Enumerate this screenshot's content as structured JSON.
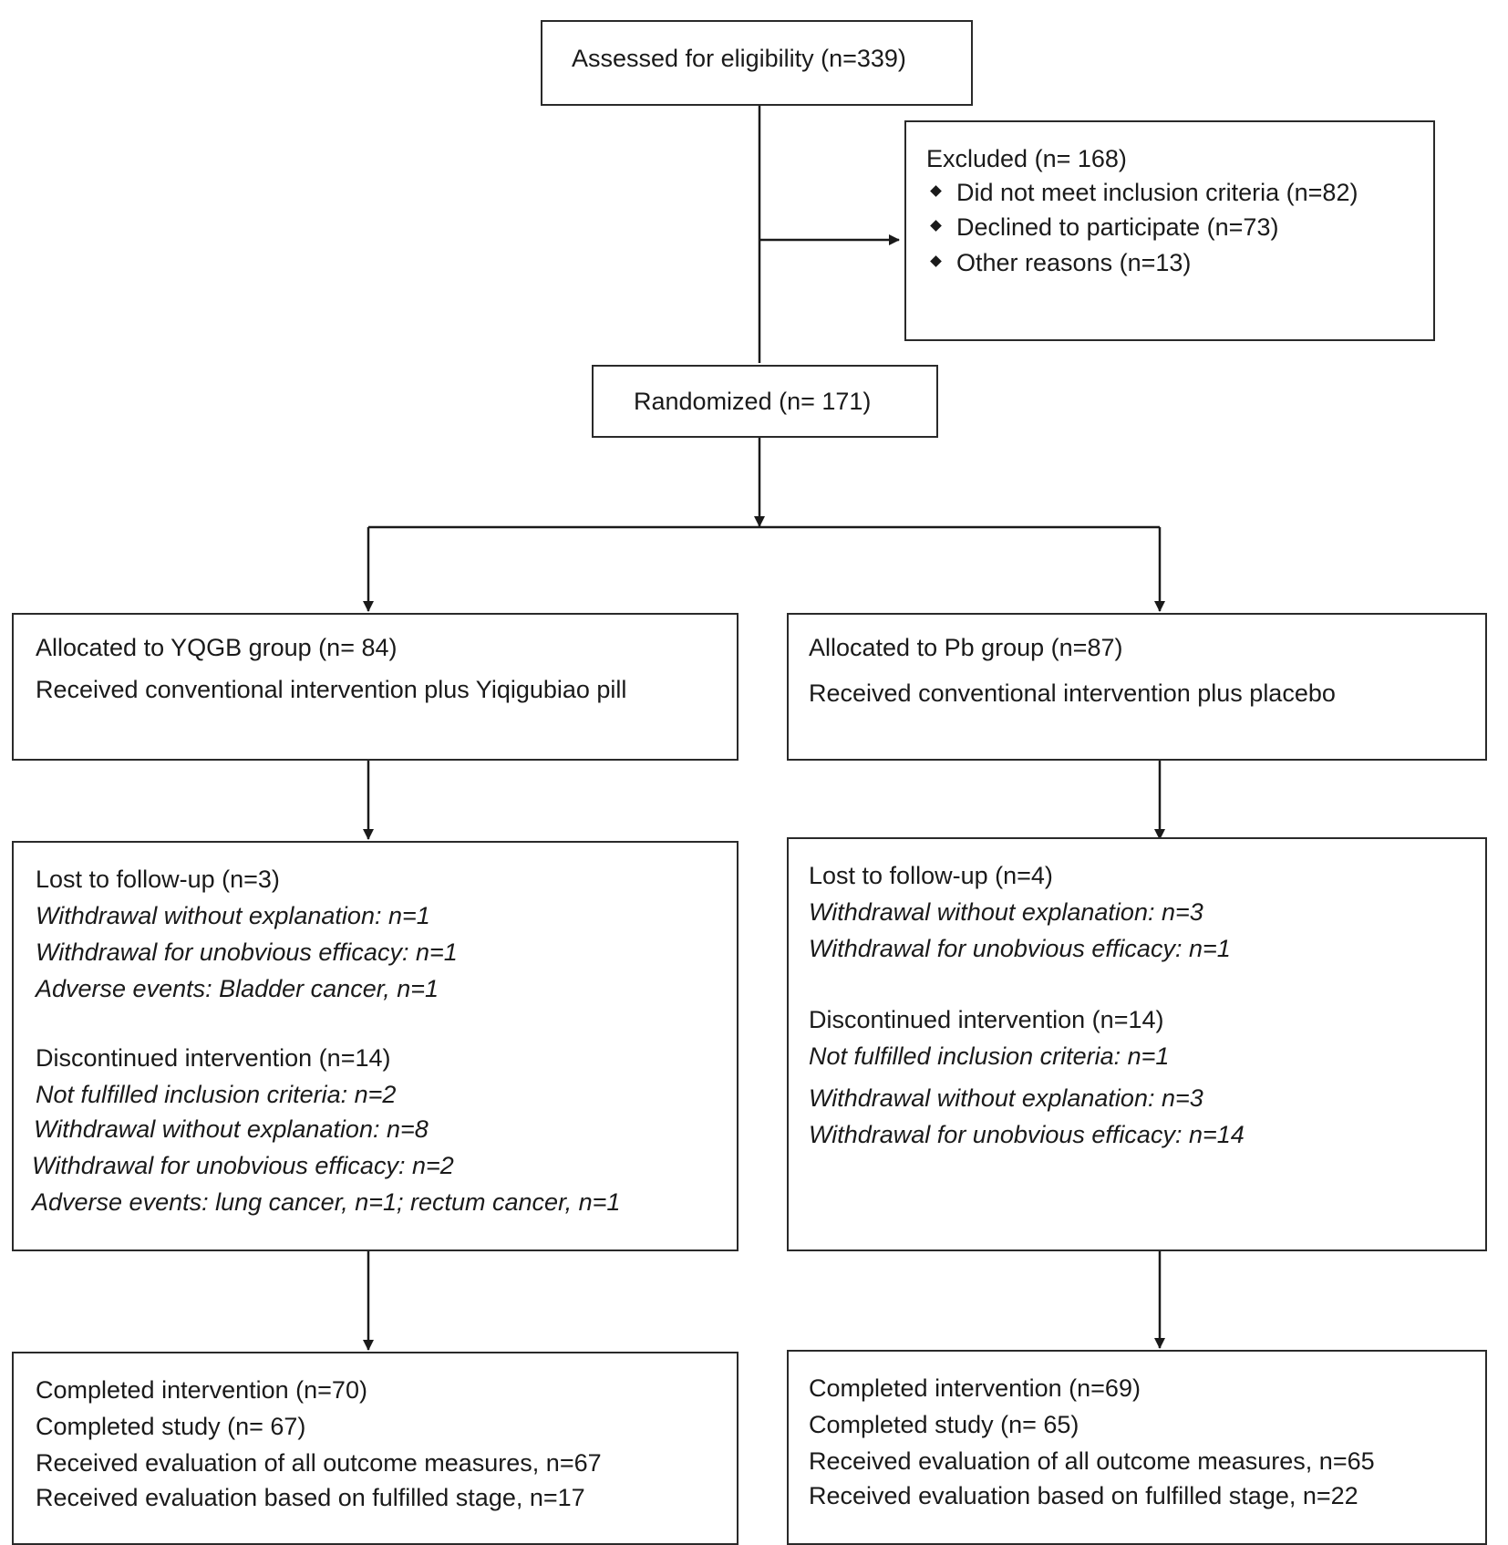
{
  "assessed": {
    "text": "Assessed for eligibility (n=339)"
  },
  "excluded": {
    "title": "Excluded (n= 168)",
    "items": [
      "Did not meet inclusion criteria (n=82)",
      "Declined to participate (n=73)",
      "Other reasons (n=13)"
    ]
  },
  "randomized": {
    "text": "Randomized (n= 171)"
  },
  "left": {
    "allocation": {
      "title": "Allocated to YQGB group (n= 84)",
      "detail": "Received conventional intervention plus Yiqigubiao pill"
    },
    "followup": {
      "lost_title": "Lost to follow-up (n=3)",
      "lost_items": [
        "Withdrawal without explanation: n=1",
        "Withdrawal for unobvious efficacy: n=1",
        "Adverse events: Bladder cancer, n=1"
      ],
      "disc_title": "Discontinued intervention (n=14)",
      "disc_items": [
        "Not fulfilled inclusion criteria: n=2",
        "Withdrawal without explanation: n=8",
        "Withdrawal for unobvious efficacy: n=2",
        "Adverse events: lung cancer, n=1; rectum cancer, n=1"
      ]
    },
    "completed": [
      "Completed intervention (n=70)",
      "Completed study (n= 67)",
      "Received evaluation of all outcome measures, n=67",
      "Received evaluation based on fulfilled stage, n=17"
    ]
  },
  "right": {
    "allocation": {
      "title": "Allocated to Pb group (n=87)",
      "detail": "Received conventional intervention plus placebo"
    },
    "followup": {
      "lost_title": "Lost to follow-up (n=4)",
      "lost_items": [
        "Withdrawal without explanation: n=3",
        "Withdrawal for unobvious efficacy: n=1"
      ],
      "disc_title": "Discontinued intervention (n=14)",
      "disc_items": [
        "Not fulfilled inclusion criteria: n=1",
        "Withdrawal without explanation: n=3",
        "Withdrawal for unobvious efficacy: n=14"
      ]
    },
    "completed": [
      "Completed intervention (n=69)",
      "Completed study (n= 65)",
      "Received evaluation of all outcome measures, n=65",
      "Received evaluation based on fulfilled stage, n=22"
    ]
  }
}
